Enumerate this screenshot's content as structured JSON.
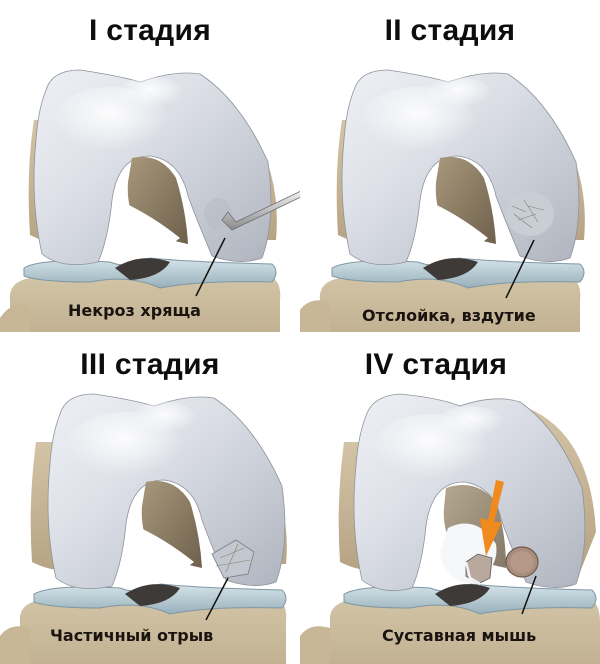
{
  "diagram": {
    "subject": "Knee femoral condyle cartilage lesion stages",
    "colors": {
      "background": "#ffffff",
      "cartilage": "#d6d9e0",
      "cartilage_highlight": "#f4f6fa",
      "bone": "#c9b89a",
      "bone_dark": "#8a7a62",
      "meniscus": "#b9cdd6",
      "tibia": "#cbbd9f",
      "arrow": "#f08a1c",
      "text": "#111111"
    },
    "panels": [
      {
        "id": "stage-1",
        "title": "I стадия",
        "caption": "Некроз хряща",
        "marker": "probe-instrument"
      },
      {
        "id": "stage-2",
        "title": "II стадия",
        "caption": "Отслойка, вздутие",
        "marker": "cartilage-bulge"
      },
      {
        "id": "stage-3",
        "title": "III стадия",
        "caption": "Частичный отрыв",
        "marker": "partial-fragment"
      },
      {
        "id": "stage-4",
        "title": "IV стадия",
        "caption": "Суставная мышь",
        "marker": "loose-body-arrow"
      }
    ]
  }
}
